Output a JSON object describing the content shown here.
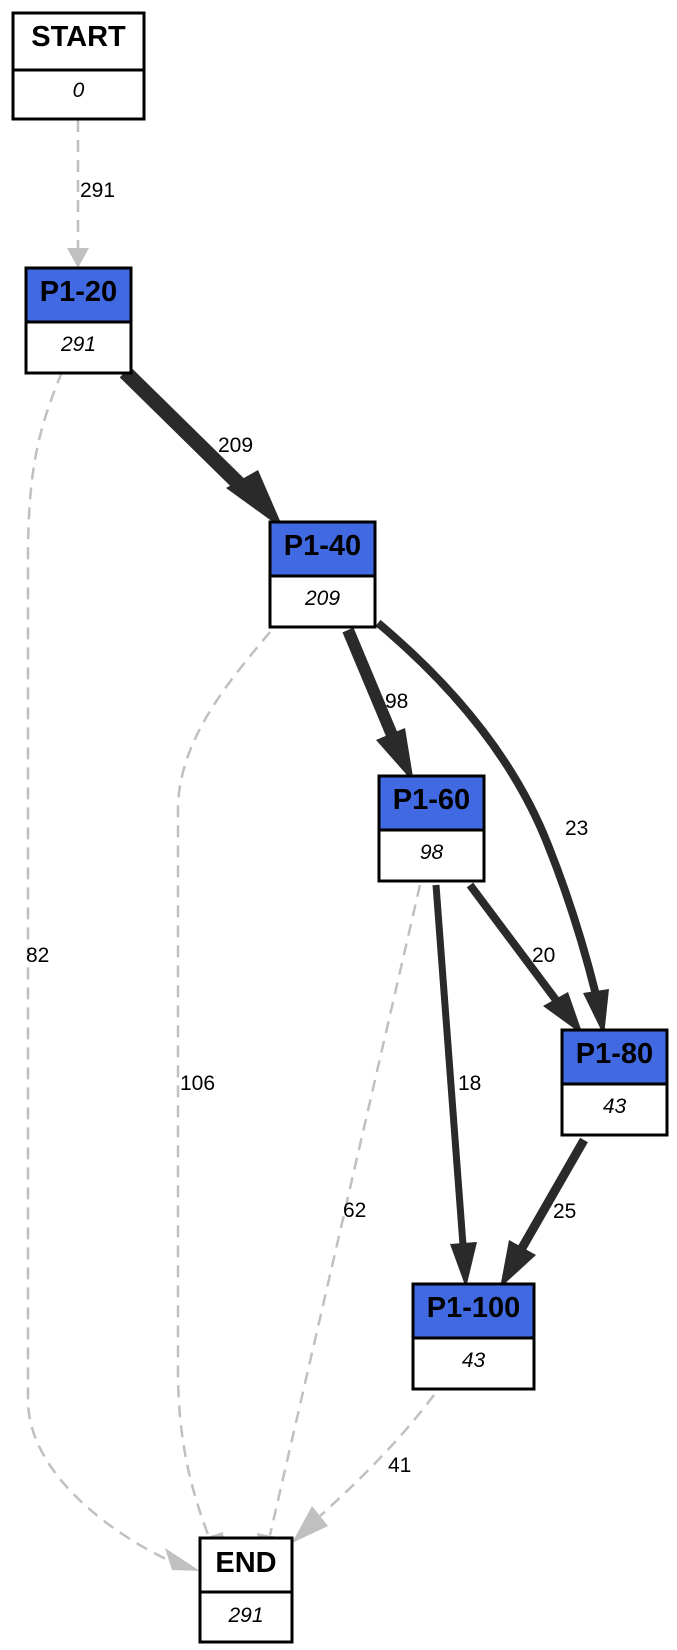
{
  "colors": {
    "process_fill": "#4169e1",
    "terminal_fill": "#ffffff",
    "border": "#000000",
    "strong_edge": "#2a2a2a",
    "weak_edge": "#c0c0c0"
  },
  "nodes": [
    {
      "id": "start",
      "title": "START",
      "count": "0",
      "kind": "terminal"
    },
    {
      "id": "p1-20",
      "title": "P1-20",
      "count": "291",
      "kind": "process"
    },
    {
      "id": "p1-40",
      "title": "P1-40",
      "count": "209",
      "kind": "process"
    },
    {
      "id": "p1-60",
      "title": "P1-60",
      "count": "98",
      "kind": "process"
    },
    {
      "id": "p1-80",
      "title": "P1-80",
      "count": "43",
      "kind": "process"
    },
    {
      "id": "p1-100",
      "title": "P1-100",
      "count": "43",
      "kind": "process"
    },
    {
      "id": "end",
      "title": "END",
      "count": "291",
      "kind": "terminal"
    }
  ],
  "edges": [
    {
      "id": "start-p1-20",
      "from": "START",
      "to": "P1-20",
      "label": "291",
      "style": "dashed"
    },
    {
      "id": "p1-20-p1-40",
      "from": "P1-20",
      "to": "P1-40",
      "label": "209",
      "style": "solid"
    },
    {
      "id": "p1-20-end",
      "from": "P1-20",
      "to": "END",
      "label": "82",
      "style": "dashed"
    },
    {
      "id": "p1-40-p1-60",
      "from": "P1-40",
      "to": "P1-60",
      "label": "98",
      "style": "solid"
    },
    {
      "id": "p1-40-p1-80",
      "from": "P1-40",
      "to": "P1-80",
      "label": "23",
      "style": "solid"
    },
    {
      "id": "p1-40-end",
      "from": "P1-40",
      "to": "END",
      "label": "106",
      "style": "dashed"
    },
    {
      "id": "p1-60-p1-80",
      "from": "P1-60",
      "to": "P1-80",
      "label": "20",
      "style": "solid"
    },
    {
      "id": "p1-60-p1-100",
      "from": "P1-60",
      "to": "P1-100",
      "label": "18",
      "style": "solid"
    },
    {
      "id": "p1-60-end",
      "from": "P1-60",
      "to": "END",
      "label": "62",
      "style": "dashed"
    },
    {
      "id": "p1-80-p1-100",
      "from": "P1-80",
      "to": "P1-100",
      "label": "25",
      "style": "solid"
    },
    {
      "id": "p1-100-end",
      "from": "P1-100",
      "to": "END",
      "label": "41",
      "style": "dashed"
    }
  ]
}
